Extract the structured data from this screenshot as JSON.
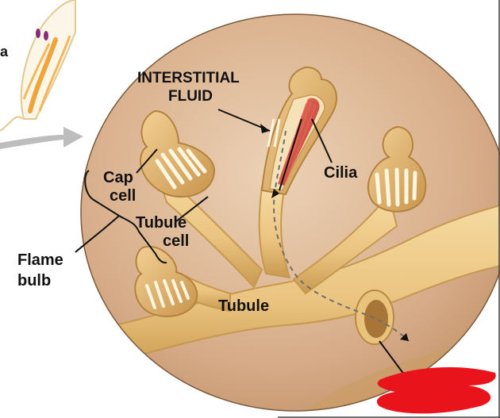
{
  "labels": {
    "partial_letter": "a",
    "interstitial_line1": "INTERSTITIAL",
    "interstitial_line2": "FLUID",
    "cilia": "Cilia",
    "cap_line1": "Cap",
    "cap_line2": "cell",
    "tubule_cell_line1": "Tubule",
    "tubule_cell_line2": "cell",
    "flame_line1": "Flame",
    "flame_line2": "bulb",
    "tubule": "Tubule"
  },
  "colors": {
    "tissue_background": "#d9b18f",
    "tubule_tan": "#f0cf8e",
    "tubule_shadow": "#c89a55",
    "cilia_red": "#d24a3a",
    "arrow_gray": "#b5b5b5",
    "redaction": "#e8131b"
  }
}
